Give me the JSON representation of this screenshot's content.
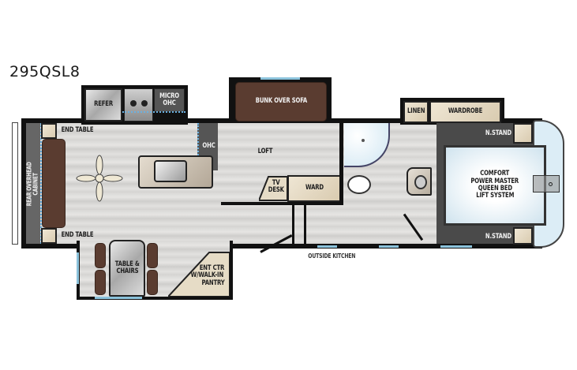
{
  "model": "295QSL8",
  "labels": {
    "refer": "REFER",
    "micro_ohc": [
      "MICRO",
      "OHC"
    ],
    "ohc": "OHC",
    "bunk_over_sofa": "BUNK OVER SOFA",
    "loft": "LOFT",
    "end_table_top": "END TABLE",
    "end_table_bottom": "END TABLE",
    "rear_overhead_cabinet": "REAR OVERHEAD CABINET",
    "table_chairs": [
      "TABLE &",
      "CHAIRS"
    ],
    "ent_ctr": [
      "ENT CTR",
      "W/WALK-IN",
      "PANTRY"
    ],
    "tv_desk": [
      "TV",
      "DESK"
    ],
    "ward": "WARD",
    "outside_kitchen": "OUTSIDE KITCHEN",
    "linen": "LINEN",
    "wardrobe": "WARDROBE",
    "nstand_top": "N.STAND",
    "nstand_bottom": "N.STAND",
    "bed": [
      "COMFORT",
      "POWER MASTER",
      "QUEEN BED",
      "LIFT SYSTEM"
    ]
  },
  "colors": {
    "wall": "#111111",
    "sofa": "#5a3c30",
    "cabinet": "#e6dcc6",
    "bedroom_floor": "#4a4a4a",
    "window": "#8cc3dc"
  }
}
